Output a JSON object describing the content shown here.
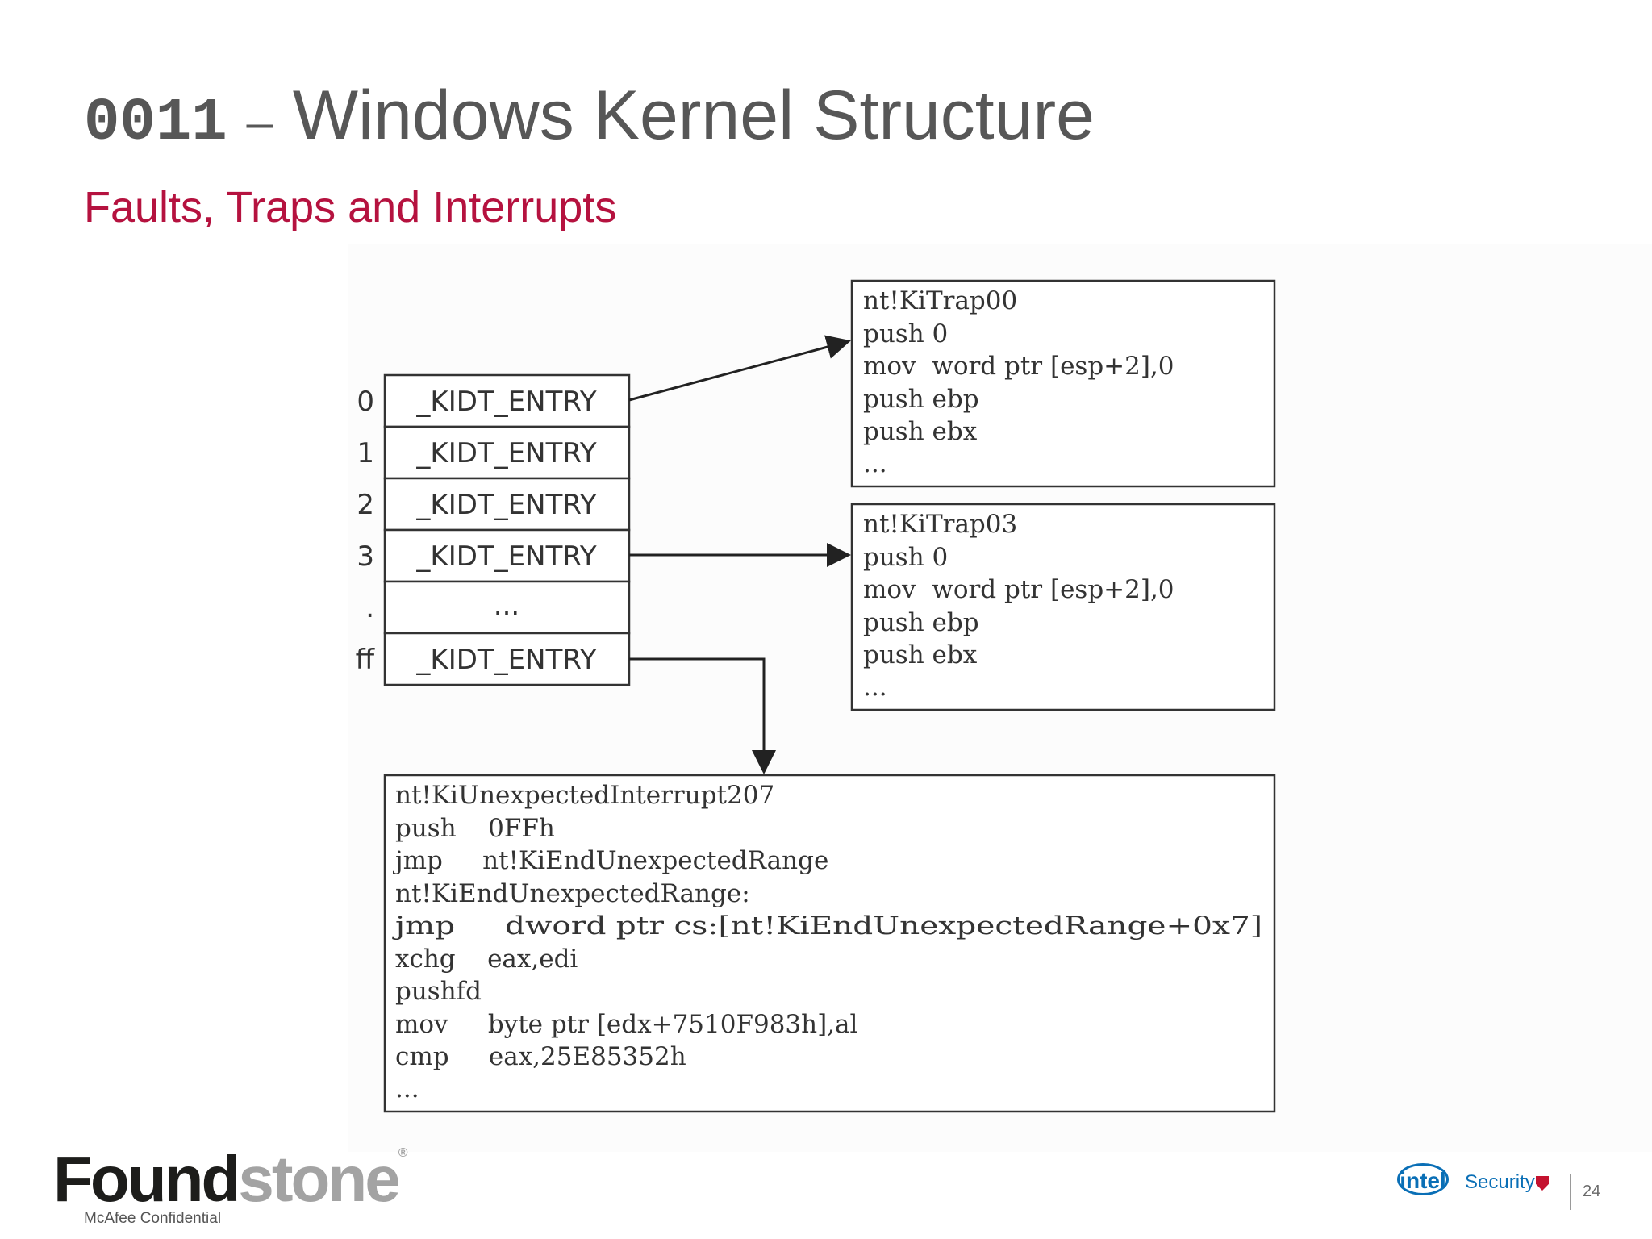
{
  "slide": {
    "title_code": "0011",
    "title_dash": "–",
    "title_text": "Windows Kernel Structure",
    "subtitle": "Faults, Traps and Interrupts"
  },
  "diagram": {
    "idt_table": [
      {
        "index": "0",
        "label": "_KIDT_ENTRY"
      },
      {
        "index": "1",
        "label": "_KIDT_ENTRY"
      },
      {
        "index": "2",
        "label": "_KIDT_ENTRY"
      },
      {
        "index": "3",
        "label": "_KIDT_ENTRY"
      },
      {
        "index": ".",
        "label": "..."
      },
      {
        "index": "ff",
        "label": "_KIDT_ENTRY"
      }
    ],
    "code_boxes": [
      {
        "lines": [
          "nt!KiTrap00",
          "push 0",
          "mov  word ptr [esp+2],0",
          "push ebp",
          "push ebx",
          "..."
        ]
      },
      {
        "lines": [
          "nt!KiTrap03",
          "push 0",
          "mov  word ptr [esp+2],0",
          "push ebp",
          "push ebx",
          "..."
        ]
      },
      {
        "lines": [
          "nt!KiUnexpectedInterrupt207",
          "push    0FFh",
          "jmp     nt!KiEndUnexpectedRange",
          "nt!KiEndUnexpectedRange:",
          "jmp     dword ptr cs:[nt!KiEndUnexpectedRange+0x7]",
          "xchg    eax,edi",
          "pushfd",
          "mov     byte ptr [edx+7510F983h],al",
          "cmp     eax,25E85352h",
          "..."
        ]
      }
    ]
  },
  "footer": {
    "brand_dark": "Found",
    "brand_light": "stone",
    "brand_mark": "®",
    "confidential": "McAfee Confidential",
    "intel_label": "intel",
    "security_label": "Security",
    "page_number": "24"
  }
}
